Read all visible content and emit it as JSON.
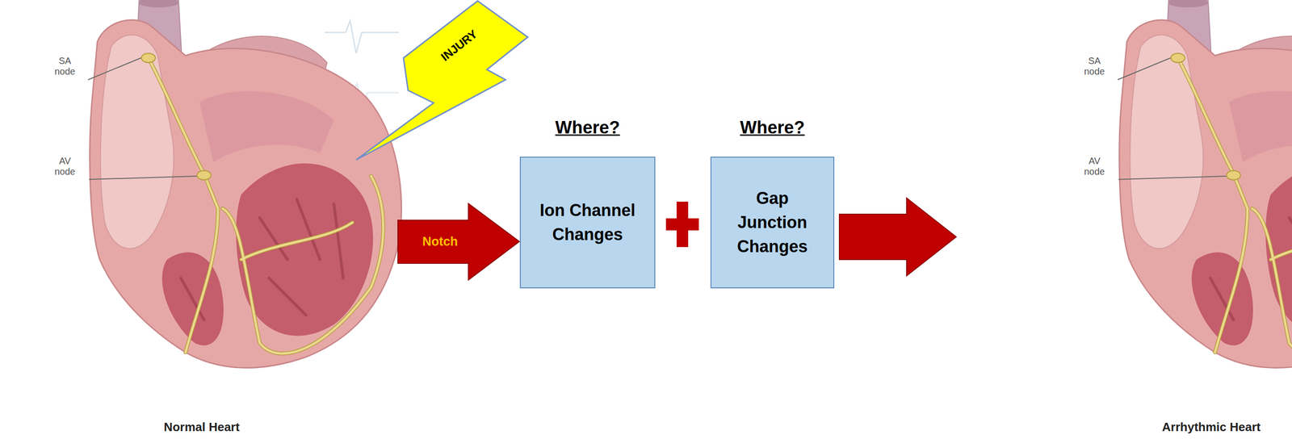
{
  "diagram": {
    "nodes": [
      {
        "text": [
          "INJURY"
        ]
      },
      {
        "text": [
          "Notch"
        ]
      },
      {
        "text": [
          "Where?",
          "Ion Channel Changes"
        ]
      },
      {
        "text": [
          "Where?",
          "Gap Junction Changes"
        ]
      }
    ],
    "labels": [
      "SA node",
      "AV node",
      "Normal Heart",
      "SA node",
      "AV node",
      "Arrhythmic Heart"
    ]
  }
}
